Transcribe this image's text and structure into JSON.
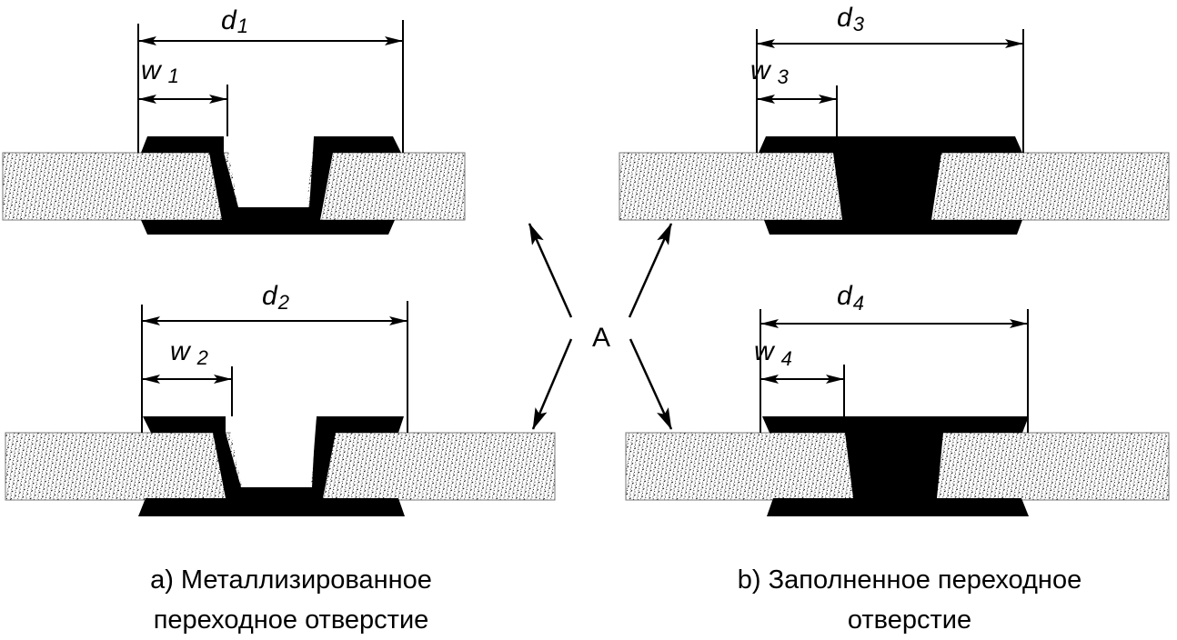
{
  "figure": {
    "panels": [
      {
        "id": "a",
        "via_type": "plated",
        "diagrams": [
          {
            "d_label": "d",
            "d_sub": "1",
            "w_label": "w",
            "w_sub": "1"
          },
          {
            "d_label": "d",
            "d_sub": "2",
            "w_label": "w",
            "w_sub": "2"
          }
        ],
        "caption_line1": "a) Металлизированное",
        "caption_line2": "переходное отверстие"
      },
      {
        "id": "b",
        "via_type": "filled",
        "diagrams": [
          {
            "d_label": "d",
            "d_sub": "3",
            "w_label": "w",
            "w_sub": "3"
          },
          {
            "d_label": "d",
            "d_sub": "4",
            "w_label": "w",
            "w_sub": "4"
          }
        ],
        "caption_line1": "b) Заполненное переходное",
        "caption_line2": "отверстие"
      }
    ],
    "callout": {
      "label": "A",
      "arrow_count": 4
    },
    "colors": {
      "copper": "#000000",
      "substrate_dots": "#000000",
      "substrate_bg": "#ffffff",
      "line": "#000000"
    }
  }
}
